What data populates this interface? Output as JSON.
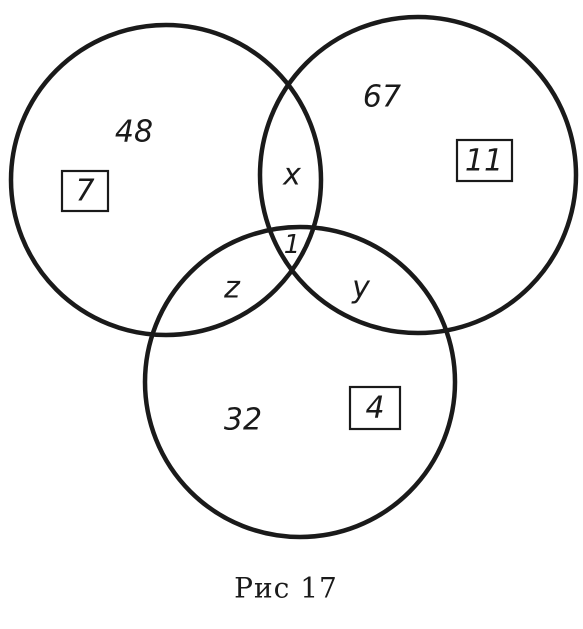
{
  "figure": {
    "caption": "Рис  17"
  },
  "regions": {
    "left_only": "48",
    "right_only": "67",
    "bottom_only": "32",
    "left_right": "x",
    "left_bottom": "z",
    "right_bottom": "y",
    "center": "1"
  },
  "boxed": {
    "left": "7",
    "right": "11",
    "bottom": "4"
  }
}
